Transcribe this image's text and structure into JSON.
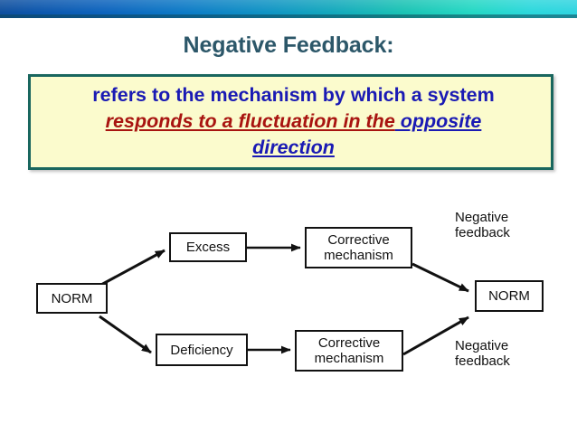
{
  "banner": {
    "name": "decorative-gradient-bar",
    "gradient_start": "#0f4f9e",
    "gradient_end": "#2fd4e0"
  },
  "slide": {
    "title": "Negative Feedback:",
    "title_color": "#2c5769"
  },
  "definition": {
    "box_fill": "#fbfbcd",
    "box_border": "#19665e",
    "line1": "refers to the mechanism by which a system",
    "line2_red": "responds to a fluctuation in the",
    "line2_blue": " opposite",
    "line3_blue": "direction",
    "red_color": "#a81410",
    "blue_color": "#1a1ab4"
  },
  "diagram": {
    "type": "flowchart",
    "nodes": {
      "norm_left": "NORM",
      "excess": "Excess",
      "corrective_top": "Corrective\nmechanism",
      "deficiency": "Deficiency",
      "corrective_bottom": "Corrective\nmechanism",
      "norm_right": "NORM"
    },
    "labels": {
      "feedback_top": "Negative\nfeedback",
      "feedback_bottom": "Negative\nfeedback"
    },
    "stroke_color": "#111111"
  }
}
